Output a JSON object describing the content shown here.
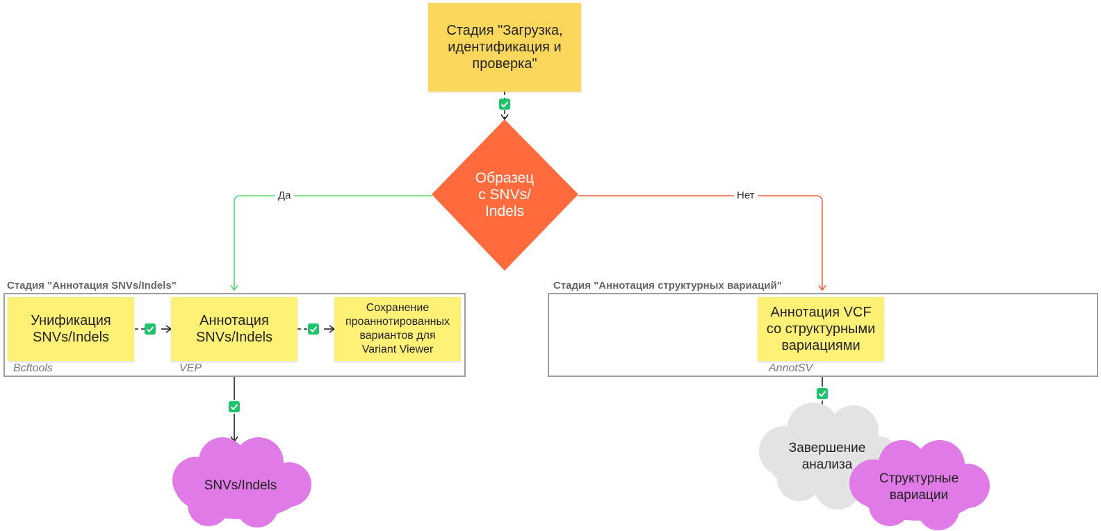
{
  "colors": {
    "start_box": "#fbd75b",
    "sticky": "#fff176",
    "decision": "#ff6b3d",
    "yes_line": "#55d96b",
    "no_line": "#f0643a",
    "cloud_pink": "#e07ae6",
    "cloud_grey": "#e3e3e3",
    "check": "#1ec46b"
  },
  "icons": [
    "check-square-icon",
    "arrow-down-icon",
    "arrow-right-icon"
  ],
  "start": {
    "line1": "Стадия \"Загрузка,",
    "line2": "идентификация и",
    "line3": "проверка\""
  },
  "decision": {
    "line1": "Образец",
    "line2": "с SNVs/",
    "line3": "Indels"
  },
  "edges": {
    "yes_label": "Да",
    "no_label": "Нет"
  },
  "snv_stage": {
    "title": "Стадия \"Аннотация SNVs/Indels\"",
    "steps": [
      {
        "line1": "Унификация",
        "line2": "SNVs/Indels",
        "line3": "",
        "line4": "",
        "tool": "Bcftools"
      },
      {
        "line1": "Аннотация",
        "line2": "SNVs/Indels",
        "line3": "",
        "line4": "",
        "tool": "VEP"
      },
      {
        "line1": "Сохранение",
        "line2": "проаннотированных",
        "line3": "вариантов для",
        "line4": "Variant Viewer",
        "tool": ""
      }
    ]
  },
  "sv_stage": {
    "title": "Стадия \"Аннотация структурных вариаций\"",
    "step": {
      "line1": "Аннотация VCF",
      "line2": "со структурными",
      "line3": "вариациями",
      "tool": "AnnotSV"
    }
  },
  "outputs": {
    "snv_cloud": "SNVs/Indels",
    "end_cloud_line1": "Завершение",
    "end_cloud_line2": "анализа",
    "sv_cloud_line1": "Структурные",
    "sv_cloud_line2": "вариации"
  }
}
